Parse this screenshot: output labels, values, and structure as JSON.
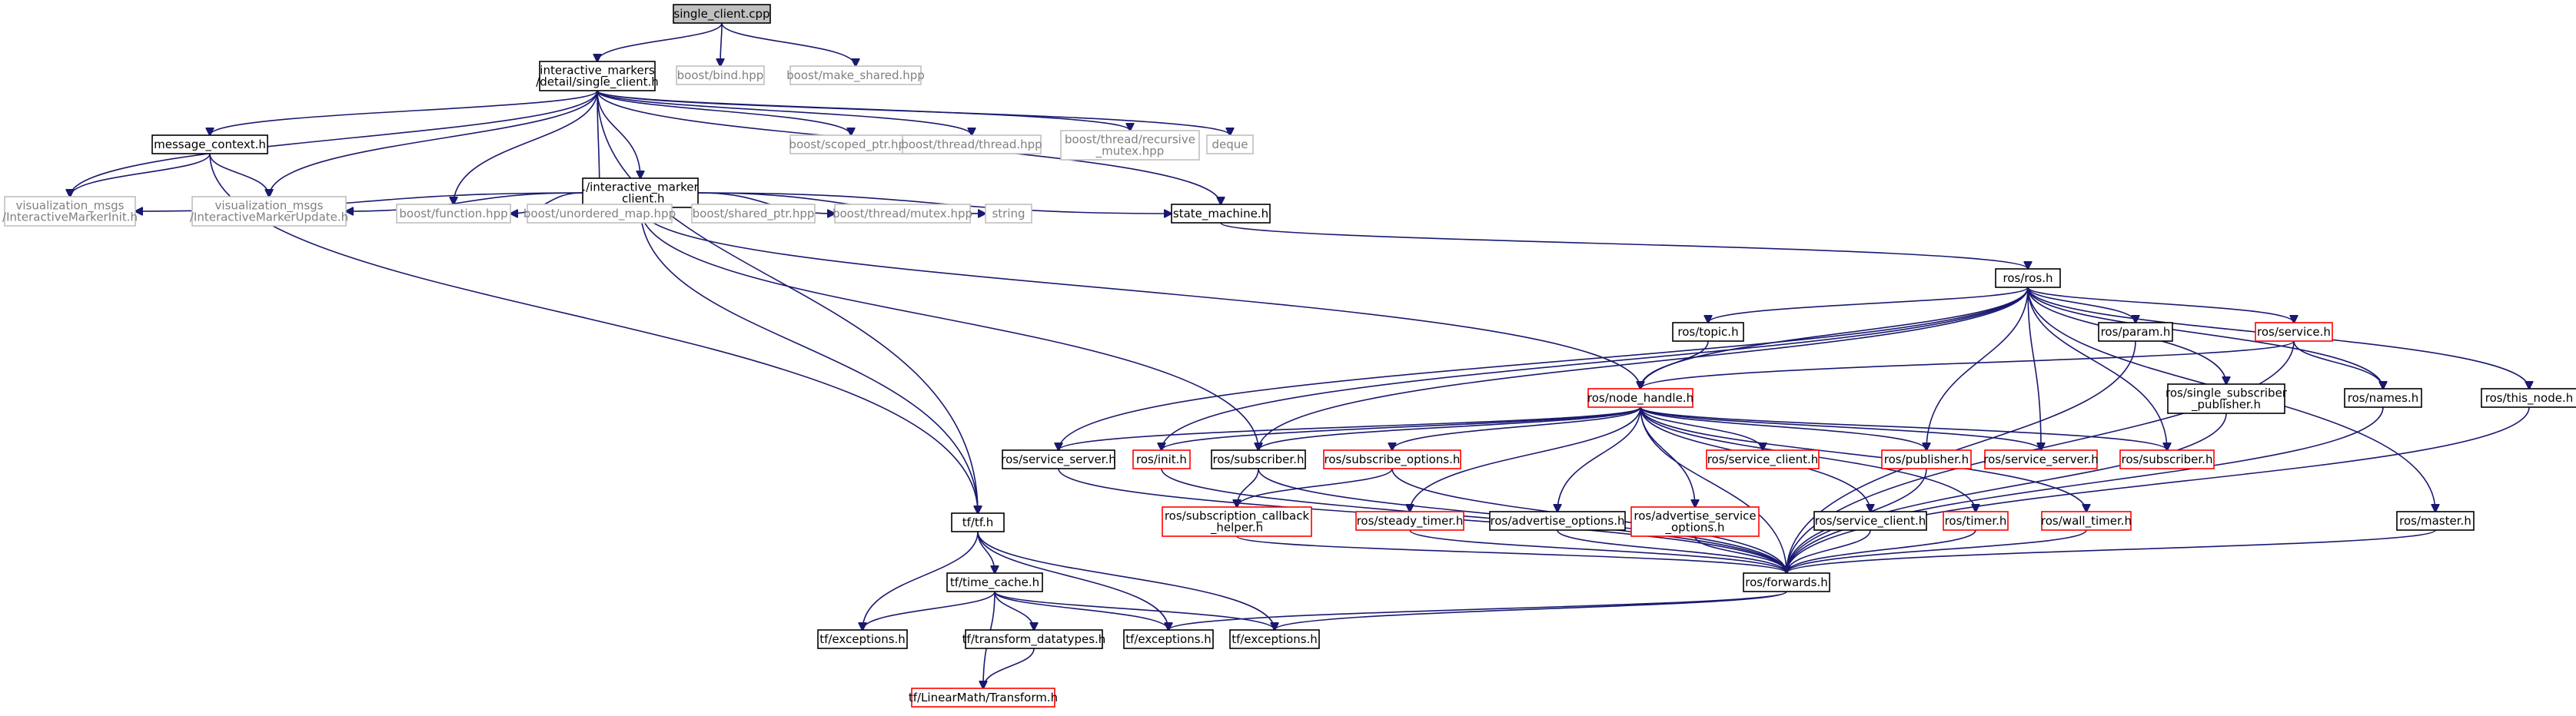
{
  "colors": {
    "edge": "#191970",
    "box_normal": "#000000",
    "box_missing": "#ff0000",
    "box_external": "#bfbfbf",
    "box_root_fill": "#bfbfbf",
    "text_normal": "#000000",
    "text_external": "#808080"
  },
  "nodes": [
    {
      "id": "n_single_client_cpp",
      "lines": [
        "single_client.cpp"
      ],
      "kind": "root"
    },
    {
      "id": "n_single_client_h",
      "lines": [
        "interactive_markers",
        "/detail/single_client.h"
      ],
      "kind": "normal"
    },
    {
      "id": "n_boost_bind",
      "lines": [
        "boost/bind.hpp"
      ],
      "kind": "external"
    },
    {
      "id": "n_boost_make_shared",
      "lines": [
        "boost/make_shared.hpp"
      ],
      "kind": "external"
    },
    {
      "id": "n_message_context",
      "lines": [
        "message_context.h"
      ],
      "kind": "normal"
    },
    {
      "id": "n_im_client",
      "lines": [
        "./interactive_marker",
        "_client.h"
      ],
      "kind": "normal"
    },
    {
      "id": "n_boost_scoped_ptr",
      "lines": [
        "boost/scoped_ptr.hpp"
      ],
      "kind": "external"
    },
    {
      "id": "n_boost_thread_thread",
      "lines": [
        "boost/thread/thread.hpp"
      ],
      "kind": "external"
    },
    {
      "id": "n_boost_recursive_mutex",
      "lines": [
        "boost/thread/recursive",
        "_mutex.hpp"
      ],
      "kind": "external"
    },
    {
      "id": "n_deque",
      "lines": [
        "deque"
      ],
      "kind": "external"
    },
    {
      "id": "n_vm_init",
      "lines": [
        "visualization_msgs",
        "/InteractiveMarkerInit.h"
      ],
      "kind": "external"
    },
    {
      "id": "n_vm_update",
      "lines": [
        "visualization_msgs",
        "/InteractiveMarkerUpdate.h"
      ],
      "kind": "external"
    },
    {
      "id": "n_boost_function",
      "lines": [
        "boost/function.hpp"
      ],
      "kind": "external"
    },
    {
      "id": "n_boost_unordered_map",
      "lines": [
        "boost/unordered_map.hpp"
      ],
      "kind": "external"
    },
    {
      "id": "n_boost_shared_ptr",
      "lines": [
        "boost/shared_ptr.hpp"
      ],
      "kind": "external"
    },
    {
      "id": "n_boost_thread_mutex",
      "lines": [
        "boost/thread/mutex.hpp"
      ],
      "kind": "external"
    },
    {
      "id": "n_string",
      "lines": [
        "string"
      ],
      "kind": "external"
    },
    {
      "id": "n_state_machine",
      "lines": [
        "state_machine.h"
      ],
      "kind": "normal"
    },
    {
      "id": "n_ros_ros",
      "lines": [
        "ros/ros.h"
      ],
      "kind": "normal"
    },
    {
      "id": "n_ros_topic",
      "lines": [
        "ros/topic.h"
      ],
      "kind": "normal"
    },
    {
      "id": "n_ros_param",
      "lines": [
        "ros/param.h"
      ],
      "kind": "normal"
    },
    {
      "id": "n_ros_service",
      "lines": [
        "ros/service.h"
      ],
      "kind": "missing"
    },
    {
      "id": "n_ros_single_sub_pub",
      "lines": [
        "ros/single_subscriber",
        "_publisher.h"
      ],
      "kind": "normal"
    },
    {
      "id": "n_ros_names",
      "lines": [
        "ros/names.h"
      ],
      "kind": "normal"
    },
    {
      "id": "n_ros_this_node",
      "lines": [
        "ros/this_node.h"
      ],
      "kind": "normal"
    },
    {
      "id": "n_ros_node_handle",
      "lines": [
        "ros/node_handle.h"
      ],
      "kind": "missing"
    },
    {
      "id": "n_ros_service_server_black",
      "lines": [
        "ros/service_server.h"
      ],
      "kind": "normal"
    },
    {
      "id": "n_ros_init",
      "lines": [
        "ros/init.h"
      ],
      "kind": "missing"
    },
    {
      "id": "n_ros_subscriber_black",
      "lines": [
        "ros/subscriber.h"
      ],
      "kind": "normal"
    },
    {
      "id": "n_ros_subscribe_options",
      "lines": [
        "ros/subscribe_options.h"
      ],
      "kind": "missing"
    },
    {
      "id": "n_ros_service_client_red",
      "lines": [
        "ros/service_client.h"
      ],
      "kind": "missing"
    },
    {
      "id": "n_ros_publisher",
      "lines": [
        "ros/publisher.h"
      ],
      "kind": "missing"
    },
    {
      "id": "n_ros_service_server_red",
      "lines": [
        "ros/service_server.h"
      ],
      "kind": "missing"
    },
    {
      "id": "n_ros_subscriber_red",
      "lines": [
        "ros/subscriber.h"
      ],
      "kind": "missing"
    },
    {
      "id": "n_ros_sub_cb_helper",
      "lines": [
        "ros/subscription_callback",
        "_helper.h"
      ],
      "kind": "missing"
    },
    {
      "id": "n_ros_steady_timer",
      "lines": [
        "ros/steady_timer.h"
      ],
      "kind": "missing"
    },
    {
      "id": "n_ros_advertise_options",
      "lines": [
        "ros/advertise_options.h"
      ],
      "kind": "normal"
    },
    {
      "id": "n_ros_advertise_service_options",
      "lines": [
        "ros/advertise_service",
        "_options.h"
      ],
      "kind": "missing"
    },
    {
      "id": "n_ros_service_client_black",
      "lines": [
        "ros/service_client.h"
      ],
      "kind": "normal"
    },
    {
      "id": "n_ros_timer",
      "lines": [
        "ros/timer.h"
      ],
      "kind": "missing"
    },
    {
      "id": "n_ros_wall_timer",
      "lines": [
        "ros/wall_timer.h"
      ],
      "kind": "missing"
    },
    {
      "id": "n_ros_master",
      "lines": [
        "ros/master.h"
      ],
      "kind": "normal"
    },
    {
      "id": "n_ros_forwards",
      "lines": [
        "ros/forwards.h"
      ],
      "kind": "normal"
    },
    {
      "id": "n_tf_tf",
      "lines": [
        "tf/tf.h"
      ],
      "kind": "normal"
    },
    {
      "id": "n_tf_time_cache",
      "lines": [
        "tf/time_cache.h"
      ],
      "kind": "normal"
    },
    {
      "id": "n_tf_exceptions_1",
      "lines": [
        "tf/exceptions.h"
      ],
      "kind": "normal"
    },
    {
      "id": "n_tf_transform_datatypes",
      "lines": [
        "tf/transform_datatypes.h"
      ],
      "kind": "normal"
    },
    {
      "id": "n_tf_exceptions_2",
      "lines": [
        "tf/exceptions.h"
      ],
      "kind": "normal"
    },
    {
      "id": "n_tf_exceptions_3",
      "lines": [
        "tf/exceptions.h"
      ],
      "kind": "normal"
    },
    {
      "id": "n_tf_linearmath_transform",
      "lines": [
        "tf/LinearMath/Transform.h"
      ],
      "kind": "missing"
    }
  ]
}
